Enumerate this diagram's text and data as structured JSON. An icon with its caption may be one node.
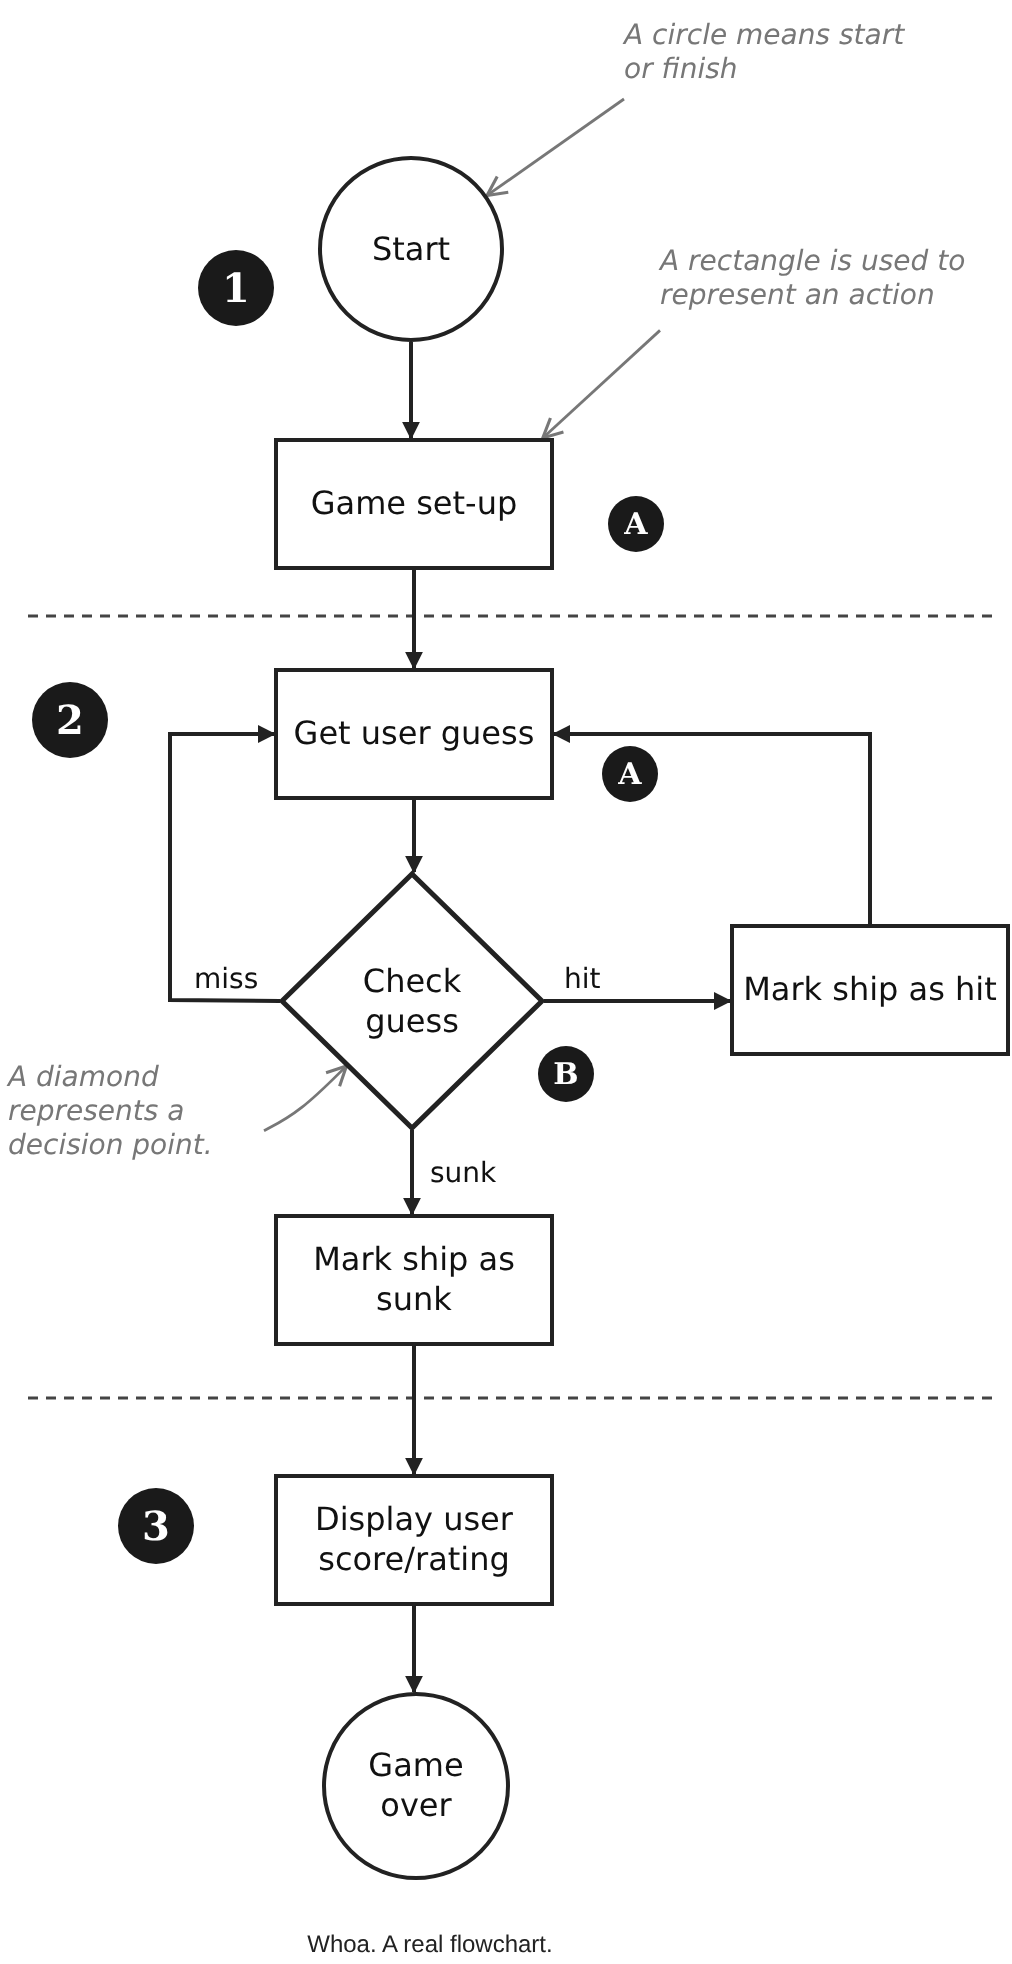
{
  "diagram": {
    "caption": "Whoa. A real flowchart.",
    "nodes": [
      {
        "text": [
          "Start"
        ]
      },
      {
        "text": [
          "Game set-up"
        ]
      },
      {
        "text": [
          "Get user guess"
        ]
      },
      {
        "text": [
          "Check guess"
        ]
      },
      {
        "text": [
          "Mark ship as hit"
        ]
      },
      {
        "text": [
          "Mark ship as sunk"
        ]
      },
      {
        "text": [
          "Display user score/rating"
        ]
      },
      {
        "text": [
          "Game over"
        ]
      },
      {
        "text": [
          "A circle means start or finish"
        ]
      },
      {
        "text": [
          "A rectangle is used to represent an action"
        ]
      },
      {
        "text": [
          "A diamond represents a decision point."
        ]
      }
    ],
    "edges": [
      {
        "from": 0,
        "to": 1,
        "arrow": "to"
      },
      {
        "from": 1,
        "to": 2,
        "arrow": "to"
      },
      {
        "from": 2,
        "to": 3,
        "arrow": "to"
      },
      {
        "from": 3,
        "to": 2,
        "label": "miss",
        "arrow": "to"
      },
      {
        "from": 3,
        "to": 4,
        "label": "hit",
        "arrow": "to"
      },
      {
        "from": 4,
        "to": 2,
        "arrow": "to"
      },
      {
        "from": 3,
        "to": 5,
        "label": "sunk",
        "arrow": "to"
      },
      {
        "from": 5,
        "to": 6,
        "arrow": "to"
      },
      {
        "from": 6,
        "to": 7,
        "arrow": "to"
      },
      {
        "from": 8,
        "to": 0,
        "arrow": "to",
        "color": "#777777"
      },
      {
        "from": 9,
        "to": 1,
        "arrow": "to",
        "color": "#777777"
      },
      {
        "from": 10,
        "to": 3,
        "arrow": "to",
        "color": "#777777"
      }
    ],
    "labels": [
      "1",
      "A",
      "2",
      "A",
      "B",
      "3"
    ]
  }
}
